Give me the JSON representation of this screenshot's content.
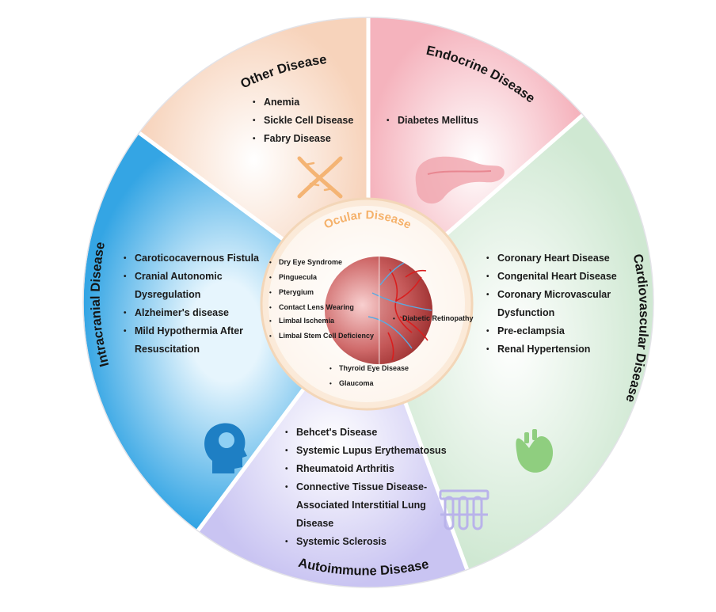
{
  "center": {
    "title": "Ocular Disease"
  },
  "sectors": {
    "other": {
      "title": "Other Disease",
      "items": [
        "Anemia",
        "Sickle Cell Disease",
        "Fabry Disease"
      ]
    },
    "endocrine": {
      "title": "Endocrine Disease",
      "items": [
        "Diabetes Mellitus"
      ]
    },
    "cardio": {
      "title": "Cardiovascular Disease",
      "items": [
        "Coronary Heart Disease",
        "Congenital Heart Disease",
        "Coronary Microvascular",
        "Dysfunction",
        "Pre-eclampsia",
        "Renal Hypertension"
      ]
    },
    "autoimmune": {
      "title": "Autoimmune Disease",
      "items": [
        "Behcet's Disease",
        "Systemic Lupus Erythematosus",
        "Rheumatoid Arthritis",
        "Connective Tissue Disease-",
        "Associated Interstitial Lung",
        "Disease",
        "Systemic Sclerosis"
      ]
    },
    "intracranial": {
      "title": "Intracranial Disease",
      "items": [
        "Caroticocavernous Fistula",
        "Cranial Autonomic",
        "Dysregulation",
        "Alzheimer's disease",
        "Mild Hypothermia After",
        "Resuscitation"
      ]
    }
  },
  "ocular_items": {
    "left": [
      "Dry Eye Syndrome",
      "Pinguecula",
      "Pterygium",
      "Contact Lens Wearing"
    ],
    "left_lower": [
      "Limbal Ischemia",
      "Limbal Stem Cell Deficiency"
    ],
    "right": [
      "Diabetic Retinopathy"
    ],
    "bottom": [
      "Thyroid Eye Disease",
      "Glaucoma"
    ]
  },
  "colors": {
    "other": "#f9d9c4",
    "endocrine": "#f6bcc4",
    "cardio": "#d6ecd9",
    "autoimmune": "#d4d1f4",
    "intracranial": "#4fb3e8",
    "center_title": "#f5b16a"
  },
  "icons": {
    "other": "dna-icon",
    "endocrine": "pancreas-icon",
    "cardio": "heart-icon",
    "autoimmune": "test-tubes-icon",
    "intracranial": "brain-head-icon",
    "center": "eye-cross-section-icon"
  }
}
